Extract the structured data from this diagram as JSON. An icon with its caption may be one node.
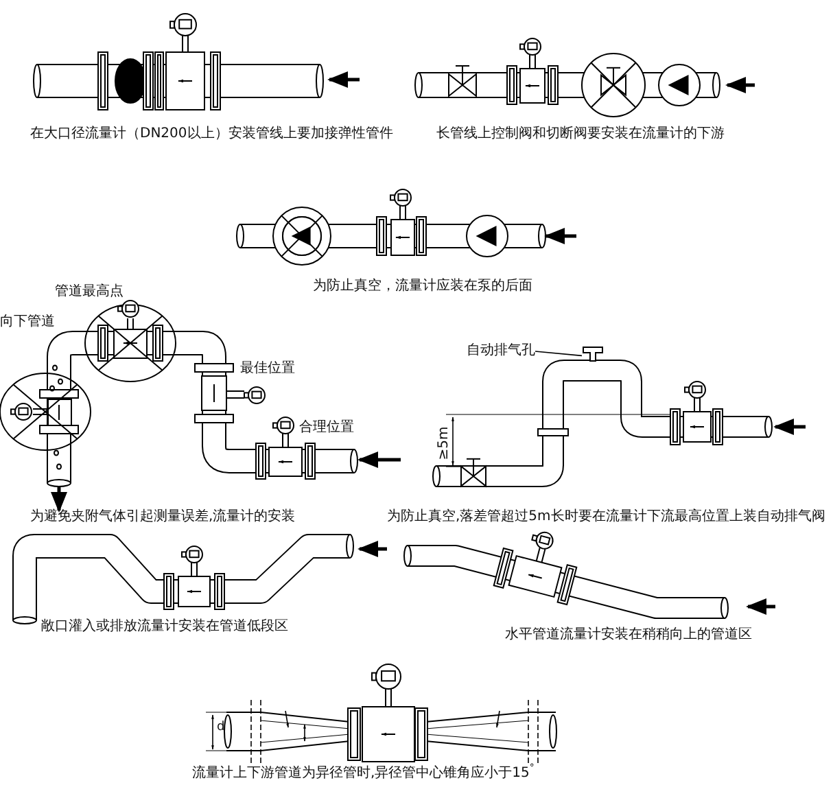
{
  "diagram": {
    "nodes": [
      {
        "text": [
          "自动排气孔"
        ]
      },
      {
        "text": [],
        "shape": "box"
      }
    ],
    "edges": [
      {
        "from": 0,
        "to": 1,
        "arrow": "none"
      }
    ],
    "labels": [
      "在大口径流量计（DN200以上）安装管线上要加接弹性管件",
      "长管线上控制阀和切断阀要安装在流量计的下游",
      "为防止真空，流量计应装在泵的后面",
      "管道最高点",
      "向下管道",
      "最佳位置",
      "合理位置",
      "≥5m",
      "为避免夹附气体引起测量误差,流量计的安装",
      "为防止真空,落差管超过5m长时要在流量计下流最高位置上装自动排气阀",
      "敞口灌入或排放流量计安装在管道低段区",
      "水平管道流量计安装在稍稍向上的管道区",
      "d",
      "流量计上下游管道为异径管时,异径管中心锥角应小于15$^{°}$"
    ]
  }
}
